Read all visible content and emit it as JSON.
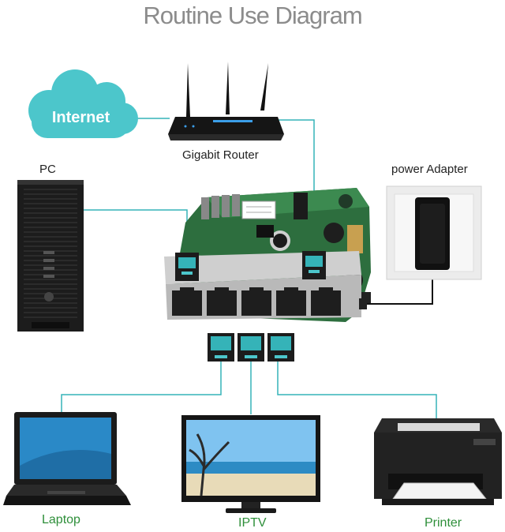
{
  "title": "Routine Use Diagram",
  "nodes": {
    "internet": "Internet",
    "router": "Gigabit Router",
    "pc": "PC",
    "power": "power Adapter",
    "laptop": "Laptop",
    "iptv": "IPTV",
    "printer": "Printer"
  },
  "colors": {
    "cable": "#35b3b8",
    "cloud": "#4cc6cb",
    "device_label": "#2e8f3a",
    "title": "#8c8c8c",
    "pcb": "#2d6e3e"
  }
}
